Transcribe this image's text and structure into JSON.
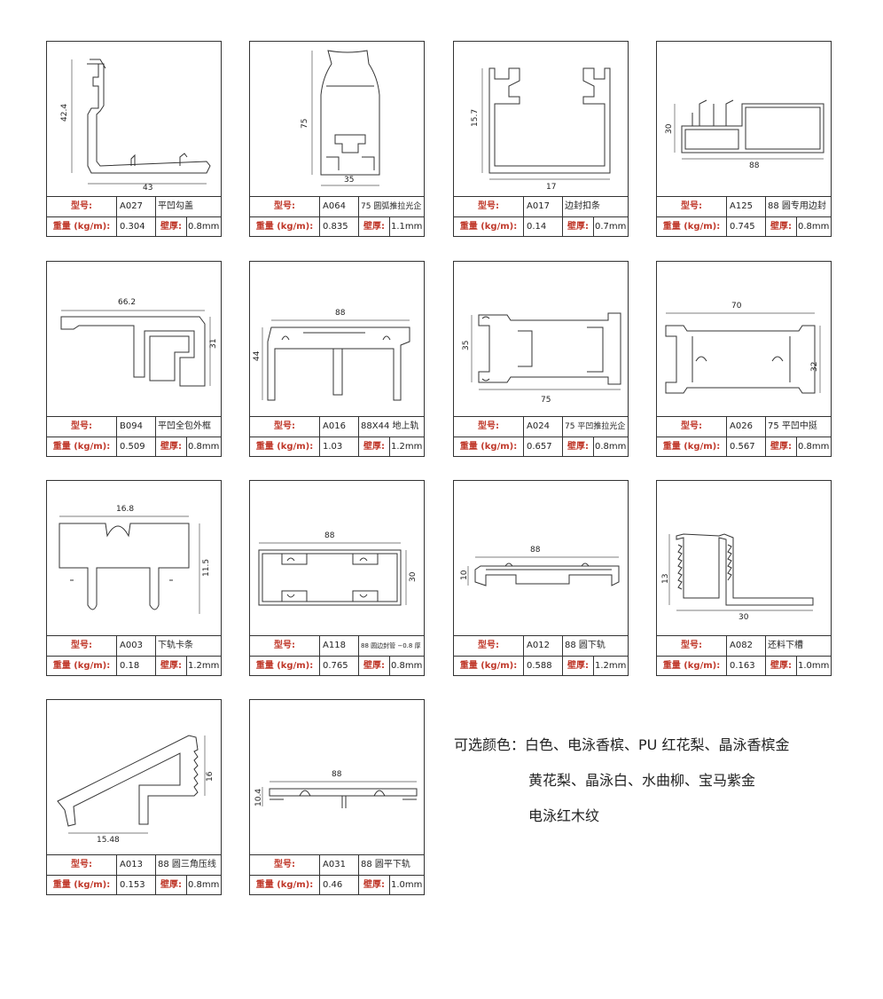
{
  "labels": {
    "model": "型号:",
    "weight": "重量 (kg/m):",
    "wall": "壁厚:"
  },
  "products": [
    {
      "model": "A027",
      "name": "平凹勾盖",
      "weight": "0.304",
      "wall": "0.8mm",
      "dims": [
        "42.4",
        "43"
      ]
    },
    {
      "model": "A064",
      "name": "75 圆弧推拉光企",
      "weight": "0.835",
      "wall": "1.1mm",
      "dims": [
        "75",
        "35"
      ]
    },
    {
      "model": "A017",
      "name": "边封扣条",
      "weight": "0.14",
      "wall": "0.7mm",
      "dims": [
        "15.7",
        "17"
      ]
    },
    {
      "model": "A125",
      "name": "88 圆专用边封",
      "weight": "0.745",
      "wall": "0.8mm",
      "dims": [
        "30",
        "88"
      ]
    },
    {
      "model": "B094",
      "name": "平凹全包外框",
      "weight": "0.509",
      "wall": "0.8mm",
      "dims": [
        "66.2",
        "31"
      ]
    },
    {
      "model": "A016",
      "name": "88X44 地上轨",
      "weight": "1.03",
      "wall": "1.2mm",
      "dims": [
        "88",
        "44"
      ]
    },
    {
      "model": "A024",
      "name": "75 平凹推拉光企",
      "weight": "0.657",
      "wall": "0.8mm",
      "dims": [
        "35",
        "75"
      ]
    },
    {
      "model": "A026",
      "name": "75 平凹中挺",
      "weight": "0.567",
      "wall": "0.8mm",
      "dims": [
        "70",
        "32"
      ]
    },
    {
      "model": "A003",
      "name": "下轨卡条",
      "weight": "0.18",
      "wall": "1.2mm",
      "dims": [
        "16.8",
        "11.5"
      ]
    },
    {
      "model": "A118",
      "name": "88 圆边封管 −0.8 厚",
      "weight": "0.765",
      "wall": "0.8mm",
      "dims": [
        "88",
        "30"
      ]
    },
    {
      "model": "A012",
      "name": "88 圆下轨",
      "weight": "0.588",
      "wall": "1.2mm",
      "dims": [
        "88",
        "10"
      ]
    },
    {
      "model": "A082",
      "name": "还料下槽",
      "weight": "0.163",
      "wall": "1.0mm",
      "dims": [
        "13",
        "30"
      ]
    },
    {
      "model": "A013",
      "name": "88 圆三角压线",
      "weight": "0.153",
      "wall": "0.8mm",
      "dims": [
        "16",
        "15.48"
      ]
    },
    {
      "model": "A031",
      "name": "88 圆平下轨",
      "weight": "0.46",
      "wall": "1.0mm",
      "dims": [
        "88",
        "10.4"
      ]
    }
  ],
  "colors": {
    "line1": "可选颜色：白色、电泳香槟、PU 红花梨、晶泳香槟金",
    "line2": "黄花梨、晶泳白、水曲柳、宝马紫金",
    "line3": "电泳红木纹"
  }
}
